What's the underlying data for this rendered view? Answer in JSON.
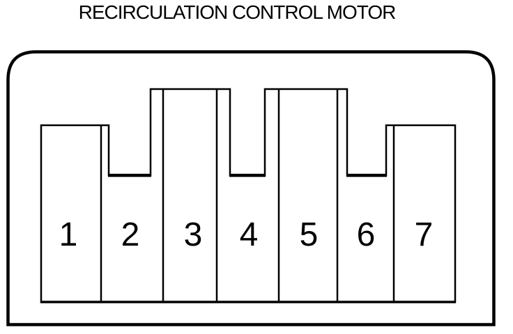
{
  "title": "RECIRCULATION CONTROL MOTOR",
  "connector": {
    "pin_count": 7,
    "pins": [
      "1",
      "2",
      "3",
      "4",
      "5",
      "6",
      "7"
    ]
  },
  "colors": {
    "line": "#000000",
    "background": "#ffffff"
  }
}
